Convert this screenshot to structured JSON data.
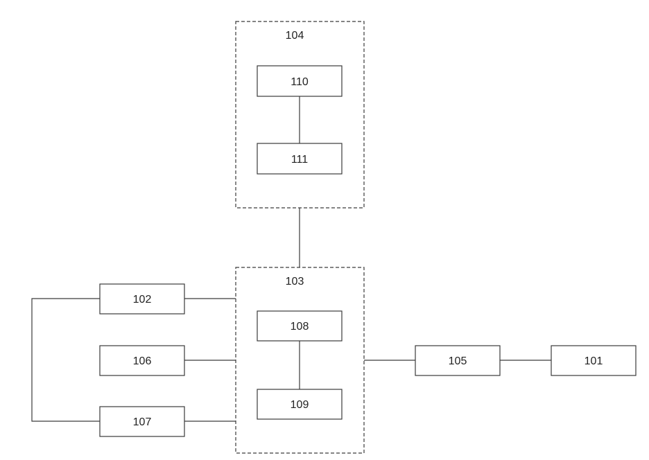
{
  "diagram": {
    "groups": {
      "g104": "104",
      "g103": "103"
    },
    "blocks": {
      "b110": "110",
      "b111": "111",
      "b108": "108",
      "b109": "109",
      "b102": "102",
      "b106": "106",
      "b107": "107",
      "b105": "105",
      "b101": "101"
    }
  }
}
